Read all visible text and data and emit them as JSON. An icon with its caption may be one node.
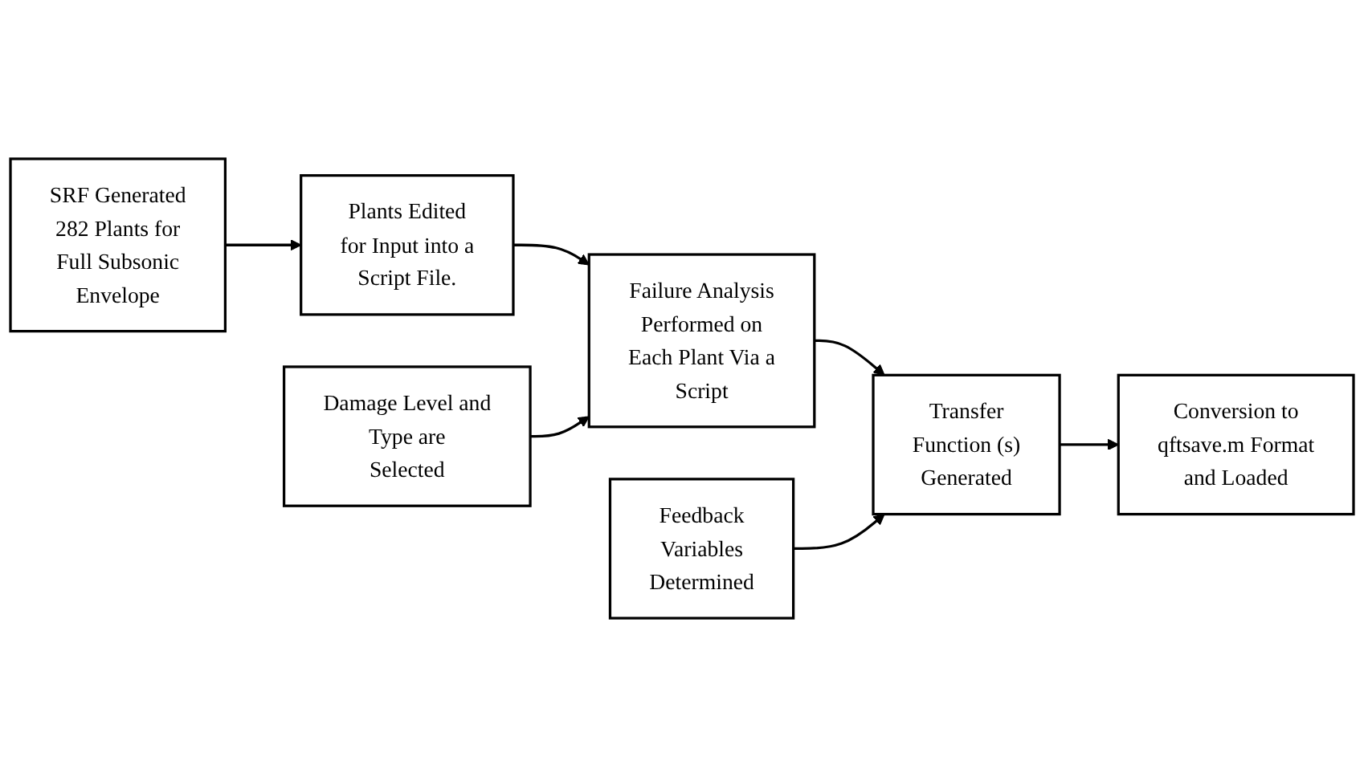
{
  "diagram": {
    "nodes": [
      {
        "text": [
          "SRF Generated 282 Plants for Full Subsonic Envelope"
        ]
      },
      {
        "text": [
          "Plants Edited for Input into a Script File."
        ]
      },
      {
        "text": [
          "Failure Analysis Performed on Each Plant Via a Script"
        ]
      },
      {
        "text": [
          "Transfer Function (s) Generated"
        ]
      },
      {
        "text": [
          "Conversion to qftsave.m Format and Loaded"
        ]
      },
      {
        "text": [
          "Damage Level and Type are Selected"
        ]
      },
      {
        "text": [
          "Feedback Variables Determined"
        ]
      }
    ],
    "edges": [
      {
        "from": 0,
        "to": 1,
        "arrow": "to"
      },
      {
        "from": 1,
        "to": 2,
        "arrow": "to"
      },
      {
        "from": 2,
        "to": 3,
        "arrow": "to"
      },
      {
        "from": 3,
        "to": 4,
        "arrow": "to"
      },
      {
        "from": 5,
        "to": 2,
        "arrow": "to"
      },
      {
        "from": 6,
        "to": 3,
        "arrow": "to"
      }
    ]
  }
}
